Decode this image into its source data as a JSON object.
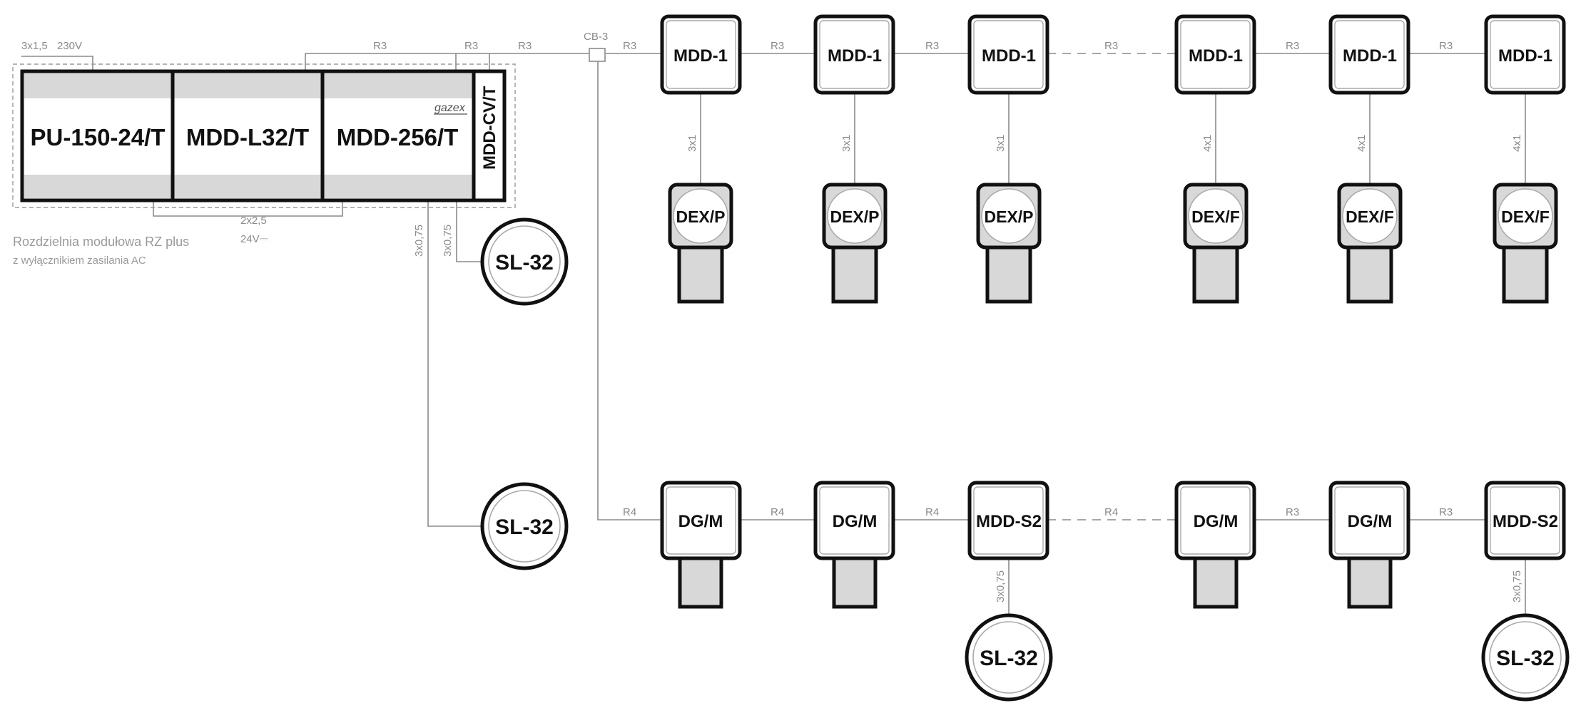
{
  "distribution_panel": {
    "modules": [
      "PU-150-24/T",
      "MDD-L32/T",
      "MDD-256/T",
      "MDD-CV/T"
    ],
    "brand": "gazex",
    "caption_line1": "Rozdzielnia modułowa RZ plus",
    "caption_line2": "z wyłącznikiem zasilania AC",
    "power_cable": "3x1,5",
    "power_voltage": "230V",
    "internal_cable": "2x2,5",
    "internal_voltage": "24V⎓"
  },
  "junction_box": "CB-3",
  "top_bus": {
    "cable_segments": [
      "R3",
      "R3",
      "R3",
      "R3",
      "R3",
      "R3",
      "R3",
      "R3",
      "R3"
    ],
    "modules": [
      {
        "label": "MDD-1",
        "drop_cable": "3x1",
        "detector": "DEX/P"
      },
      {
        "label": "MDD-1",
        "drop_cable": "3x1",
        "detector": "DEX/P"
      },
      {
        "label": "MDD-1",
        "drop_cable": "3x1",
        "detector": "DEX/P"
      },
      {
        "label": "MDD-1",
        "drop_cable": "4x1",
        "detector": "DEX/F"
      },
      {
        "label": "MDD-1",
        "drop_cable": "4x1",
        "detector": "DEX/F"
      },
      {
        "label": "MDD-1",
        "drop_cable": "4x1",
        "detector": "DEX/F"
      }
    ]
  },
  "bottom_bus": {
    "cable_segments": [
      "R4",
      "R4",
      "R4",
      "R4",
      "R3",
      "R3"
    ],
    "devices": [
      "DG/M",
      "DG/M",
      "MDD-S2",
      "DG/M",
      "DG/M",
      "MDD-S2"
    ],
    "sl_cable": "3x0,75"
  },
  "panel_sl_cables": [
    "3x0,75",
    "3x0,75"
  ],
  "signallers": [
    "SL-32",
    "SL-32",
    "SL-32",
    "SL-32"
  ]
}
